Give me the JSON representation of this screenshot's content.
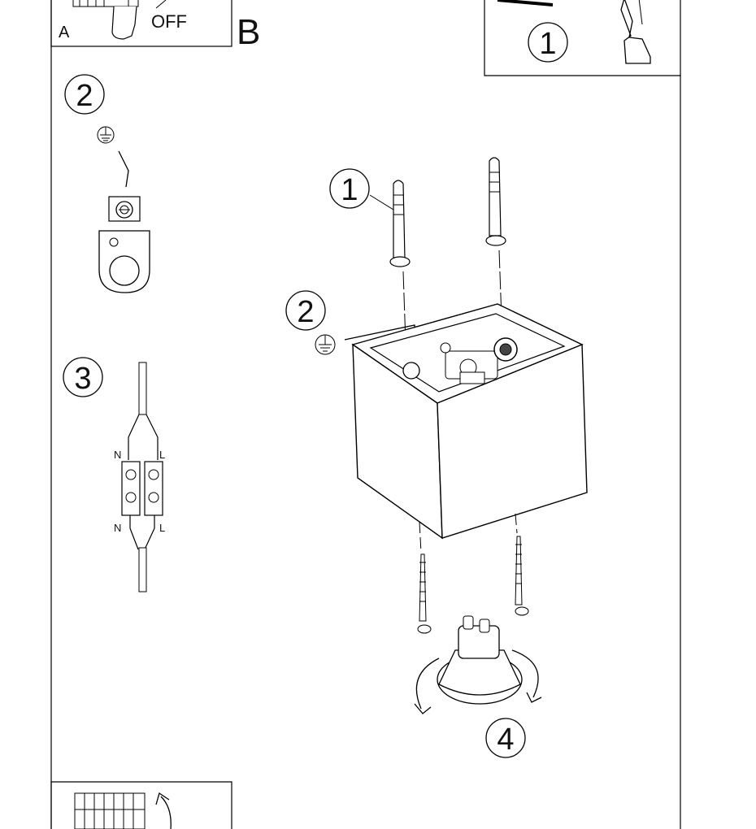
{
  "panel_a": {
    "label": "A",
    "switch_state": "OFF"
  },
  "section_label": "B",
  "drill_panel": {
    "step": "1"
  },
  "detail_earth": {
    "step": "2"
  },
  "detail_connector": {
    "step": "3",
    "top_neutral": "N",
    "top_live": "L",
    "bottom_neutral": "N",
    "bottom_live": "L"
  },
  "main_assembly": {
    "screw_step": "1",
    "earth_step": "2",
    "bulb_step": "4"
  },
  "icons": [
    "hand-icon",
    "switch-icon",
    "drill-icon",
    "earth-icon",
    "rotate-arrow-icon",
    "circuit-breaker-icon"
  ]
}
